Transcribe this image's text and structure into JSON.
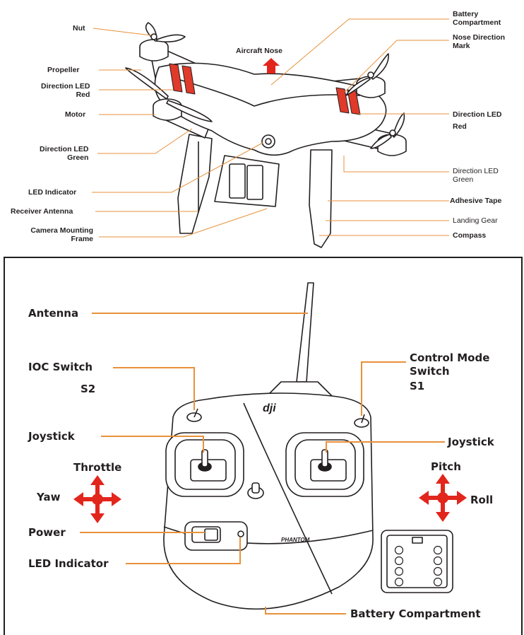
{
  "aircraft": {
    "nut": "Nut",
    "propeller": "Propeller",
    "direction_led_red_left": "Direction LED\nRed",
    "motor": "Motor",
    "direction_led_green_left": "Direction LED\nGreen",
    "led_indicator": "LED Indicator",
    "receiver_antenna": "Receiver Antenna",
    "camera_mounting_frame": "Camera Mounting\nFrame",
    "aircraft_nose": "Aircraft Nose",
    "battery_compartment": "Battery\nCompartment",
    "nose_direction_mark": "Nose Direction\nMark",
    "direction_led_red_right": "Direction LED\nRed",
    "direction_led_green_right": "Direction LED\nGreen",
    "adhesive_tape": "Adhesive Tape",
    "landing_gear": "Landing Gear",
    "compass": "Compass"
  },
  "controller": {
    "antenna": "Antenna",
    "ioc_switch": "IOC Switch",
    "s2": "S2",
    "control_mode_switch": "Control Mode\nSwitch",
    "s1": "S1",
    "joystick_left": "Joystick",
    "joystick_right": "Joystick",
    "throttle": "Throttle",
    "yaw": "Yaw",
    "pitch": "Pitch",
    "roll": "Roll",
    "power": "Power",
    "led_indicator": "LED Indicator",
    "battery_compartment": "Battery Compartment",
    "brand_logo": "dji",
    "product_logo": "PHANTOM"
  },
  "colors": {
    "leader_line": "#e8913b",
    "arrow_red": "#e2261c",
    "drone_stripe": "#e03a2a",
    "outline": "#231f20"
  }
}
